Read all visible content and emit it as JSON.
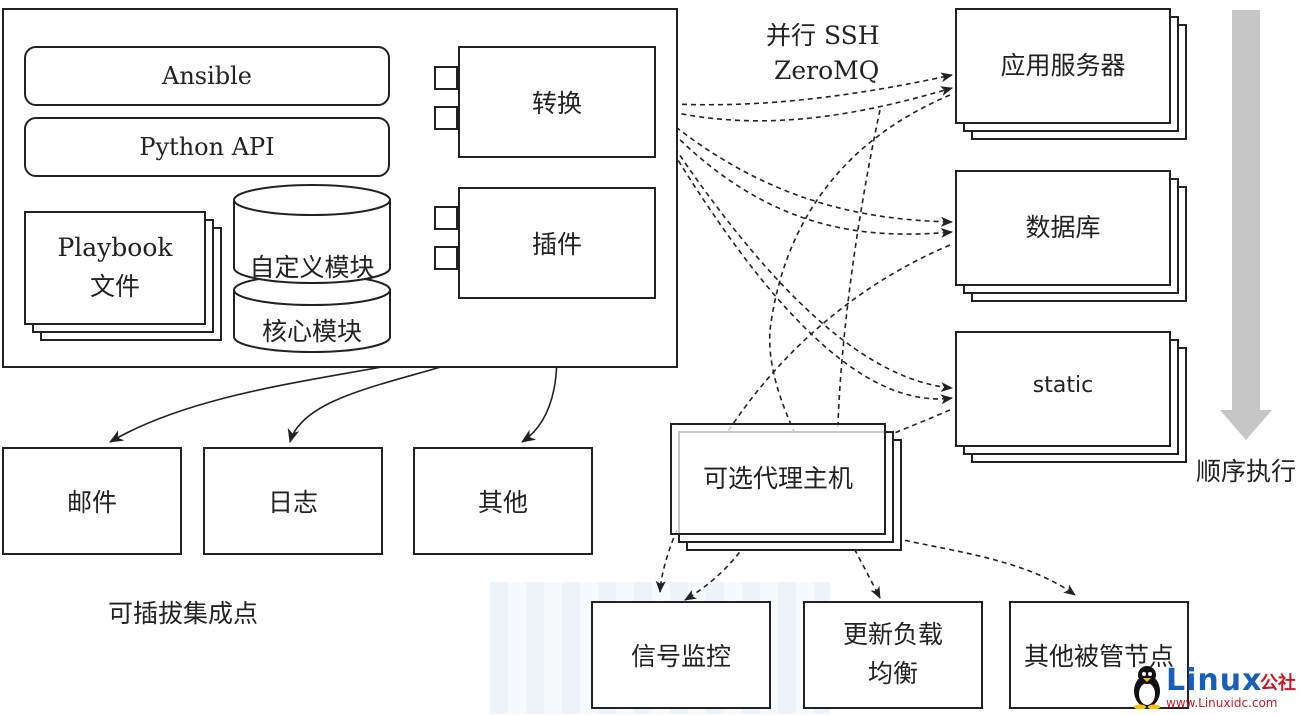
{
  "core": {
    "ansible": "Ansible",
    "python_api": "Python API",
    "playbook": "Playbook\n文件",
    "custom_modules": "自定义模块",
    "core_modules": "核心模块",
    "transform": "转换",
    "plugins": "插件"
  },
  "integrations": {
    "mail": "邮件",
    "log": "日志",
    "other": "其他",
    "caption": "可插拔集成点"
  },
  "transport": {
    "line1": "并行 SSH",
    "line2": "ZeroMQ"
  },
  "targets": {
    "app_server": "应用服务器",
    "database": "数据库",
    "static": "static",
    "sequential": "顺序执行"
  },
  "proxy": "可选代理主机",
  "managed": {
    "monitor": "信号监控",
    "lb": "更新负载\n均衡",
    "other_nodes": "其他被管节点"
  },
  "watermark": {
    "brand": "Linux",
    "suffix": "公社",
    "url": "www.Linuxidc.com"
  }
}
